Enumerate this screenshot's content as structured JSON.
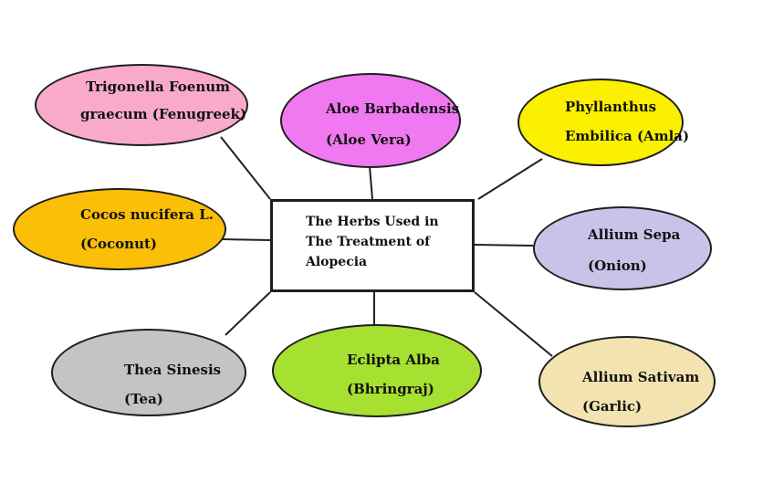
{
  "center": {
    "lines": [
      "The Herbs Used in",
      "The Treatment of",
      "Alopecia"
    ]
  },
  "nodes": [
    {
      "id": "fenugreek",
      "line1": "Trigonella Foenum",
      "line2": "graecum (Fenugreek)",
      "color": "#f9aacb"
    },
    {
      "id": "aloe-vera",
      "line1": "Aloe Barbadensis",
      "line2": "(Aloe Vera)",
      "color": "#f078f0"
    },
    {
      "id": "amla",
      "line1": "Phyllanthus",
      "line2": "Embilica (Amla)",
      "color": "#fbf000"
    },
    {
      "id": "coconut",
      "line1": "Cocos nucifera L.",
      "line2": "(Coconut)",
      "color": "#fbbf08"
    },
    {
      "id": "onion",
      "line1": "Allium Sepa",
      "line2": "(Onion)",
      "color": "#c9c3ea"
    },
    {
      "id": "tea",
      "line1": "Thea Sinesis",
      "line2": "(Tea)",
      "color": "#c4c4c4"
    },
    {
      "id": "bhringraj",
      "line1": "Eclipta Alba",
      "line2": "(Bhringraj)",
      "color": "#a6e030"
    },
    {
      "id": "garlic",
      "line1": "Allium Sativam",
      "line2": "(Garlic)",
      "color": "#f2e3b0"
    }
  ]
}
